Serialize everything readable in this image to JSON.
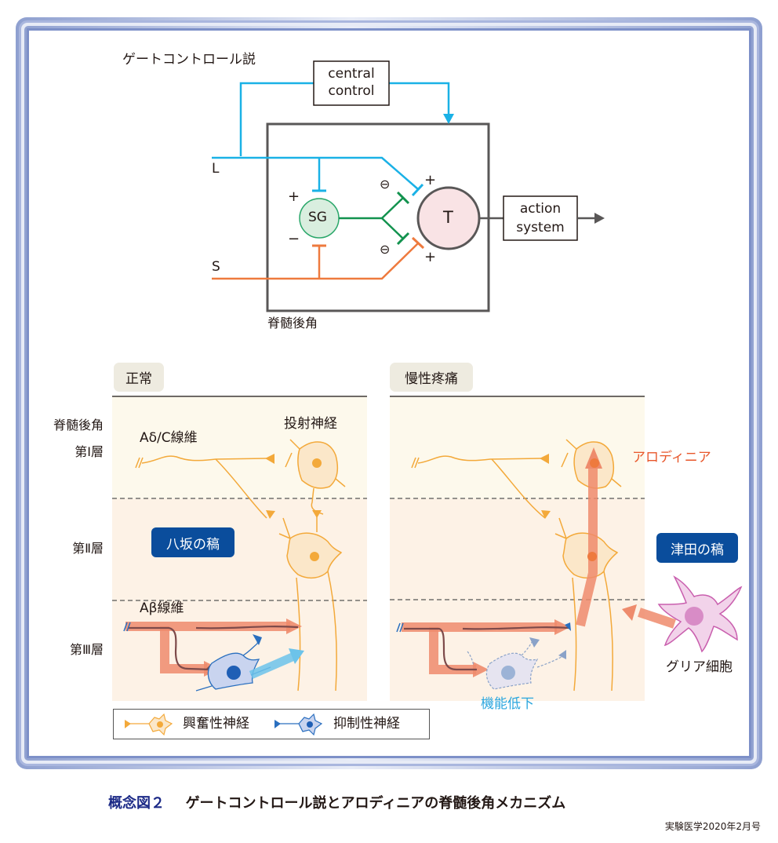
{
  "gate_control": {
    "title": "ゲートコントロール説",
    "central_control": [
      "central",
      "control"
    ],
    "action_system": [
      "action",
      "system"
    ],
    "sg_label": "SG",
    "t_label": "T",
    "input_L": "L",
    "input_S": "S",
    "region_label": "脊髄後角",
    "signs": {
      "sg_plus": "+",
      "sg_minus": "−",
      "t_plus_top": "+",
      "t_plus_bottom": "+",
      "inhib_top": "⊖",
      "inhib_bottom": "⊖"
    },
    "colors": {
      "L_fiber": "#1ab1e6",
      "S_fiber": "#ee7a3e",
      "SG_line": "#12924e",
      "SG_fill": "#d9eedf",
      "T_fill": "#f9e3e5",
      "box": "#595757"
    }
  },
  "panels": {
    "normal": {
      "tab": "正常",
      "fiber_ad_c": "Aδ/C線維",
      "projection_neuron": "投射神経",
      "fiber_ab": "Aβ線維",
      "badge": "八坂の稿"
    },
    "chronic": {
      "tab": "慢性疼痛",
      "allodynia": "アロディニア",
      "hypofunction": "機能低下",
      "badge": "津田の稿",
      "glia": "グリア細胞"
    },
    "layer_labels": {
      "region": "脊髄後角",
      "layer1": "第Ⅰ層",
      "layer2": "第Ⅱ層",
      "layer3": "第Ⅲ層"
    },
    "colors": {
      "layer1_bg": "#fdf9ec",
      "layer_lower_bg": "#fdf2e6",
      "excitatory": "#f3a93a",
      "inhibitory": "#2a6fbf",
      "pathway_arrow": "#ee8b6c",
      "blue_arrow": "#6cc3ea",
      "allodynia_text": "#e8562a",
      "hypofunction_text": "#2aa6de",
      "glia": "#c95fae",
      "badge_bg": "#0a4d9c",
      "tab_bg": "#eeebe0"
    }
  },
  "legend": {
    "excitatory": "興奮性神経",
    "inhibitory": "抑制性神経"
  },
  "caption": {
    "number": "概念図２",
    "text": "ゲートコントロール説とアロディニアの脊髄後角メカニズム",
    "source": "実験医学2020年2月号"
  }
}
